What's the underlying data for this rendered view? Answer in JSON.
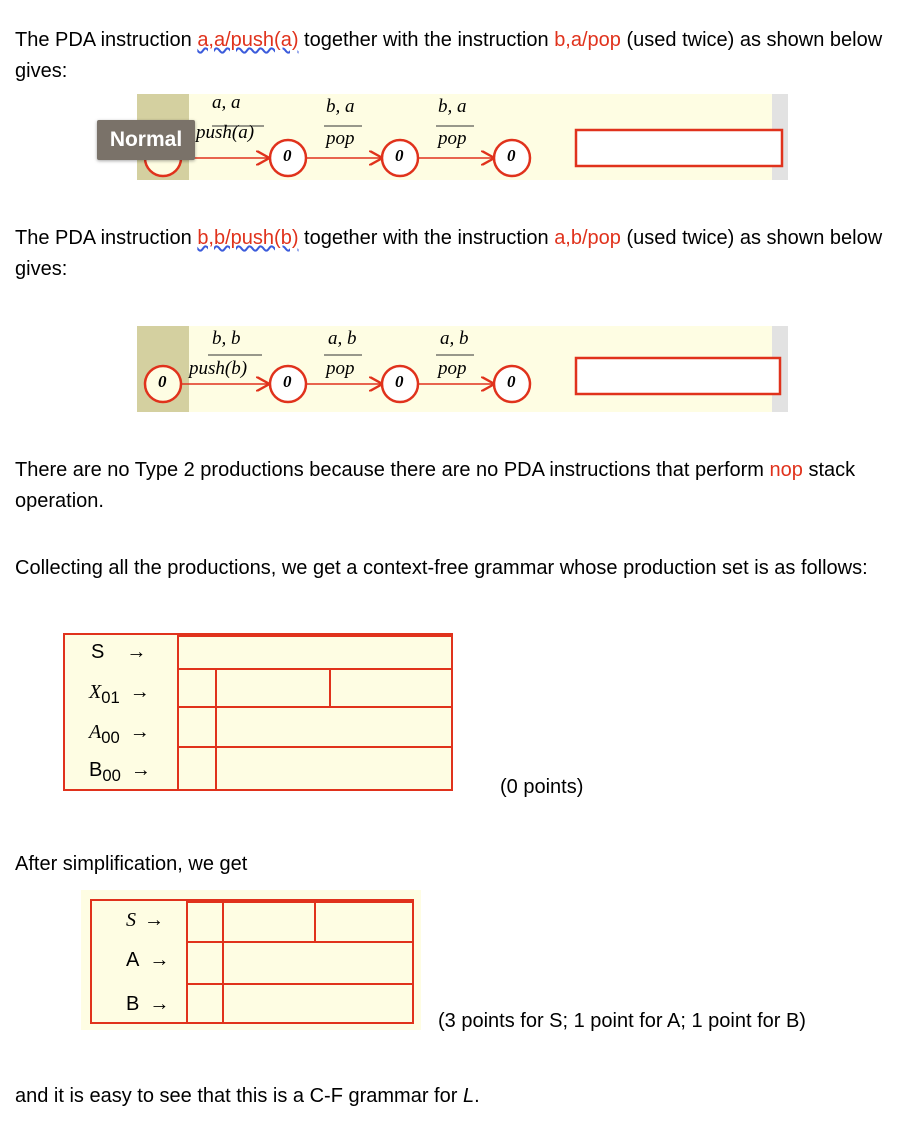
{
  "para1": {
    "prefix": "The PDA instruction ",
    "instr": "a,a/push(a)",
    "middle": " together with the instruction ",
    "instr2": "b,a/pop",
    "suffix": " (used twice) as shown below gives:"
  },
  "diagram1": {
    "badge": "Normal",
    "edges": [
      {
        "top": "a, a",
        "bottom": "push(a)"
      },
      {
        "top": "b, a",
        "bottom": "pop"
      },
      {
        "top": "b, a",
        "bottom": "pop"
      }
    ],
    "states": [
      "0",
      "0",
      "0"
    ]
  },
  "para2": {
    "prefix": "The PDA instruction ",
    "instr": "b,b/push(b)",
    "middle": " together with the instruction ",
    "instr2": "a,b/pop",
    "suffix": " (used twice) as shown below gives:"
  },
  "diagram2": {
    "edges": [
      {
        "top": "b, b",
        "bottom": "push(b)"
      },
      {
        "top": "a, b",
        "bottom": "pop"
      },
      {
        "top": "a, b",
        "bottom": "pop"
      }
    ],
    "states": [
      "0",
      "0",
      "0",
      "0"
    ]
  },
  "para3": {
    "prefix": "There are no Type 2 productions because there are no PDA instructions that perform ",
    "op": "nop",
    "suffix": " stack operation."
  },
  "para4": {
    "text": "Collecting all the productions, we get a context-free grammar whose production set is as follows:"
  },
  "grammar1": {
    "rows": [
      {
        "lhs": "S",
        "arrow": "→"
      },
      {
        "lhs": "X",
        "sub": "01",
        "arrow": "→"
      },
      {
        "lhs": "A",
        "sub": "00",
        "arrow": "→"
      },
      {
        "lhs": "B",
        "sub": "00",
        "arrow": "→"
      }
    ],
    "points": "(0 points)"
  },
  "para5": {
    "text": "After simplification, we get"
  },
  "grammar2": {
    "rows": [
      {
        "lhs": "S",
        "arrow": "→"
      },
      {
        "lhs": "A",
        "arrow": "→"
      },
      {
        "lhs": "B",
        "arrow": "→"
      }
    ],
    "points": "(3 points for S; 1 point for A; 1 point for B)"
  },
  "para6": {
    "prefix": "and it is easy to see that this is a C-F grammar for ",
    "lang": "L",
    "suffix": "."
  },
  "colors": {
    "accent": "#e0321c",
    "panel": "#fefde3",
    "scroll": "#e2e2e2",
    "state_left": "#d4d0a0"
  }
}
